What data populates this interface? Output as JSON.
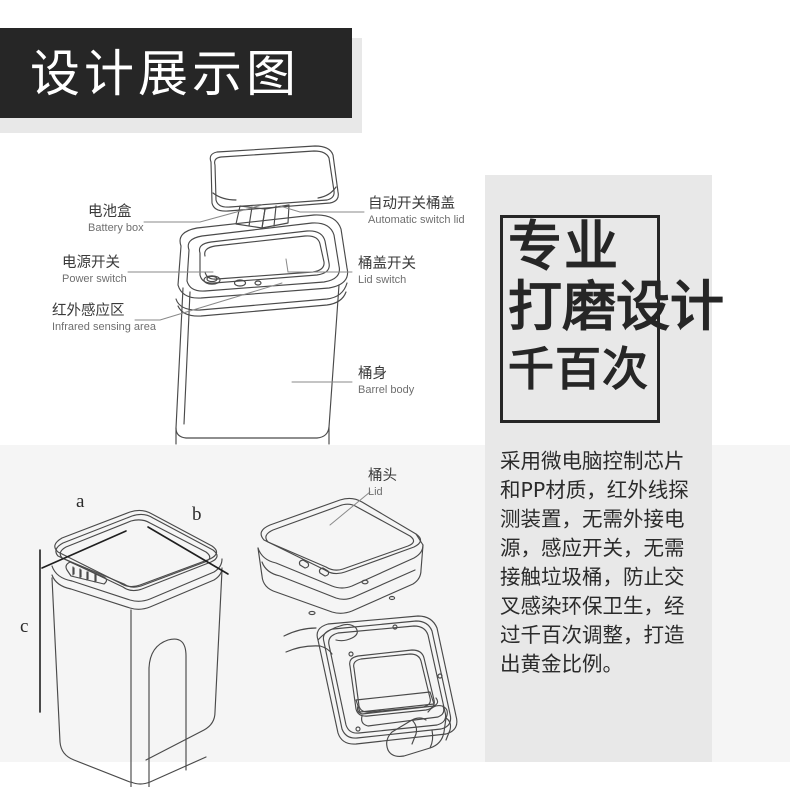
{
  "header": {
    "title": "设计展示图",
    "bar_color": "#262626",
    "shadow_color": "#e8e8e8"
  },
  "colors": {
    "page_bg": "#ffffff",
    "lower_band": "#f5f5f5",
    "right_panel": "#e8e8e8",
    "ink": "#3a3a3a",
    "ink_light": "#6f6f6f",
    "dark": "#262626"
  },
  "main_diagram": {
    "labels_left": [
      {
        "cn": "电池盒",
        "en": "Battery box"
      },
      {
        "cn": "电源开关",
        "en": "Power switch"
      },
      {
        "cn": "红外感应区",
        "en": "Infrared sensing area"
      }
    ],
    "labels_right": [
      {
        "cn": "自动开关桶盖",
        "en": "Automatic switch lid"
      },
      {
        "cn": "桶盖开关",
        "en": "Lid switch"
      },
      {
        "cn": "桶身",
        "en": "Barrel body"
      }
    ]
  },
  "dimension_diagram": {
    "labels": [
      "a",
      "b",
      "c"
    ]
  },
  "lid_diagram": {
    "label": {
      "cn": "桶头",
      "en": "Lid"
    }
  },
  "right_panel": {
    "slogan_lines": [
      "专业",
      "打磨设计",
      "千百次"
    ],
    "body": "采用微电脑控制芯片和PP材质，红外线探测装置，无需外接电源，感应开关，无需接触垃圾桶，防止交叉感染环保卫生，经过千百次调整，打造出黄金比例。"
  }
}
